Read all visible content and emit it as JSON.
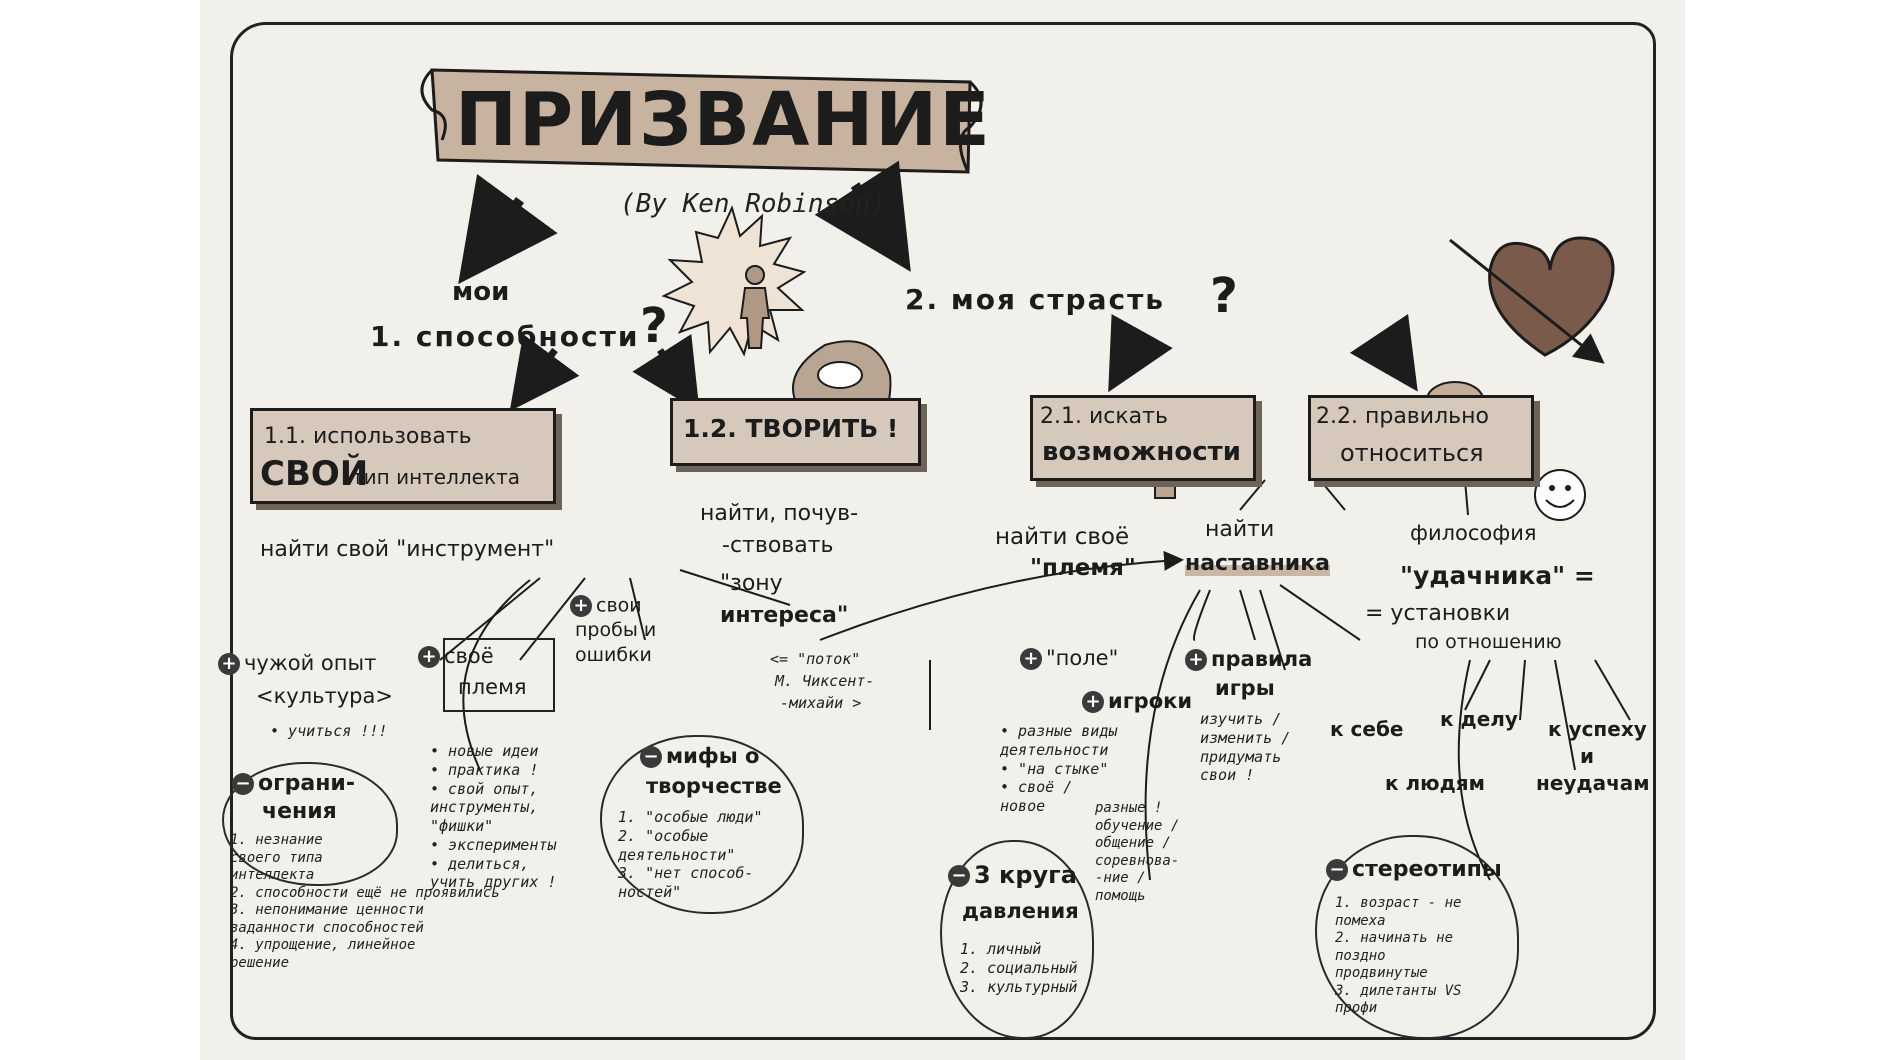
{
  "title": {
    "main": "ПРИЗВАНИЕ",
    "sub": "(By Ken Robinson)"
  },
  "branch1": {
    "heading_line1": "мои",
    "heading_line2": "1. способности",
    "q": "?",
    "box11_line1": "1.1. использовать",
    "box11_big": "СВОЙ",
    "box11_line2": "тип интеллекта",
    "find_instrument": "найти свой \"инструмент\"",
    "alien_exp_line1": "чужой опыт",
    "alien_exp_line2": "<культура>",
    "learn": "• учиться !!!",
    "own_tribe_line1": "своё",
    "own_tribe_line2": "племя",
    "own_tries_line1": "свои",
    "own_tries_line2": "пробы и",
    "own_tries_line3": "ошибки",
    "tribe_items": [
      "• новые идеи",
      "• практика !",
      "• свой опыт,",
      "инструменты,",
      "\"фишки\"",
      "• эксперименты",
      "• делиться,",
      "учить других !"
    ],
    "limits_line1": "ограни-",
    "limits_line2": "чения",
    "limits_items": [
      "1. незнание",
      "своего типа",
      "интеллекта",
      "2. способности ещё не проявились",
      "3. непонимание ценности",
      "заданности способностей",
      "4. упрощение, линейное",
      "решение"
    ],
    "box12": "1.2. ТВОРИТЬ !",
    "find_feel_line1": "найти, почув-",
    "find_feel_line2": "-ствовать",
    "zone_line1": "\"зону",
    "zone_line2": "интереса\"",
    "flow_line1": "<= \"поток\"",
    "flow_line2": "М. Чиксент-",
    "flow_line3": "-михайи >",
    "myths_line1": "мифы о",
    "myths_line2": "творчестве",
    "myths_items": [
      "1. \"особые люди\"",
      "2. \"особые",
      "деятельности\"",
      "3. \"нет способ-",
      "ностей\""
    ]
  },
  "branch2": {
    "heading": "2. моя страсть",
    "q": "?",
    "box21_line1": "2.1. искать",
    "box21_line2": "возможности",
    "find_tribe_line1": "найти своё",
    "find_tribe_line2": "\"племя\"",
    "mentor_line1": "найти",
    "mentor_line2": "наставника",
    "field": "\"поле\"",
    "field_items": [
      "• разные виды",
      "деятельности",
      "• \"на стыке\"",
      "• своё /",
      "новое"
    ],
    "players": "игроки",
    "players_items": [
      "разные !",
      "обучение /",
      "общение /",
      "соревнова-",
      "-ние /",
      "помощь"
    ],
    "rules_line1": "правила",
    "rules_line2": "игры",
    "rules_items": [
      "изучить /",
      "изменить /",
      "придумать",
      "свои !"
    ],
    "pressure_line1": "3 круга",
    "pressure_line2": "давления",
    "pressure_items": [
      "1. личный",
      "2. социальный",
      "3. культурный"
    ],
    "box22_line1": "2.2. правильно",
    "box22_line2": "относиться",
    "philosophy_line1": "философия",
    "philosophy_line2": "\"удачника\" =",
    "attitudes_line1": "= установки",
    "attitudes_line2": "по отношению",
    "to_self": "к себе",
    "to_work": "к делу",
    "to_people": "к людям",
    "success_line1": "к успеху",
    "success_line2": "и",
    "success_line3": "неудачам",
    "stereotypes": "стереотипы",
    "stereo_items": [
      "1. возраст - не",
      "помеха",
      "2. начинать не",
      "поздно",
      "продвинутые",
      "3. дилетанты VS",
      "профи"
    ]
  },
  "plus": "+",
  "minus": "−"
}
